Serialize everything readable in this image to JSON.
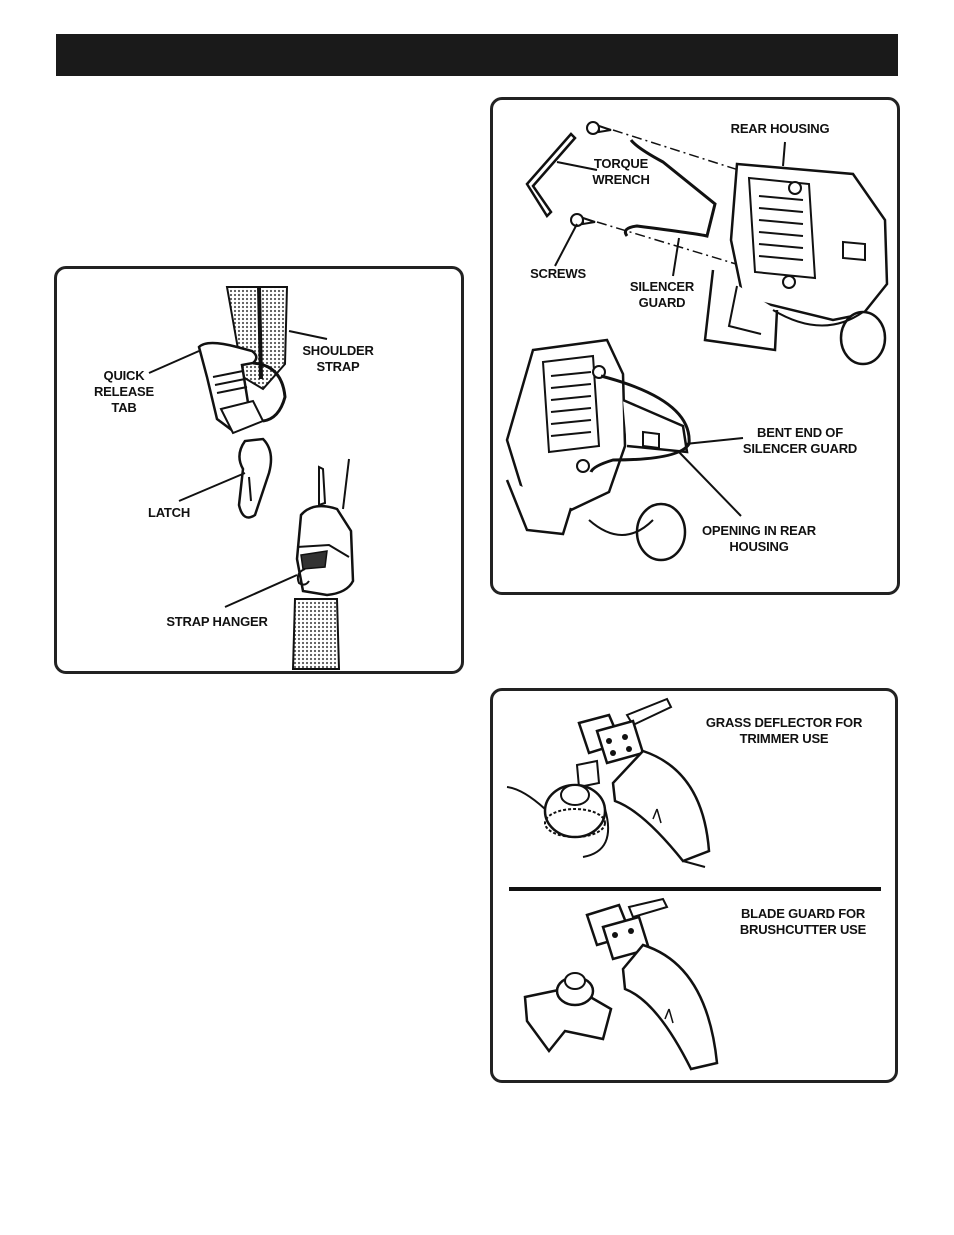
{
  "strap_figure": {
    "quick_release_tab": "QUICK\nRELEASE\nTAB",
    "shoulder_strap": "SHOULDER\nSTRAP",
    "latch": "LATCH",
    "strap_hanger": "STRAP HANGER"
  },
  "silencer_figure": {
    "rear_housing": "REAR HOUSING",
    "torque_wrench": "TORQUE\nWRENCH",
    "screws": "SCREWS",
    "silencer_guard": "SILENCER\nGUARD",
    "bent_end": "BENT END OF\nSILENCER GUARD",
    "opening": "OPENING IN REAR\nHOUSING"
  },
  "guard_figure": {
    "grass_deflector": "GRASS DEFLECTOR FOR\nTRIMMER USE",
    "blade_guard": "BLADE GUARD FOR\nBRUSHCUTTER USE"
  }
}
